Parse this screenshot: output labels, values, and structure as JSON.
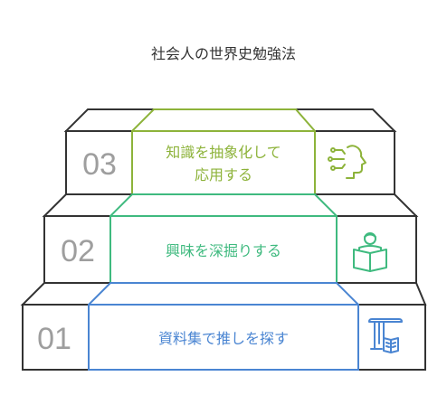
{
  "title": "社会人の世界史勉強法",
  "steps": [
    {
      "number": "03",
      "label_lines": [
        "知識を抽象化して",
        "応用する"
      ],
      "color": "#8db33a",
      "icon": "ai-head-icon"
    },
    {
      "number": "02",
      "label_lines": [
        "興味を深掘りする"
      ],
      "color": "#3fba7f",
      "icon": "person-reading-icon"
    },
    {
      "number": "01",
      "label_lines": [
        "資料集で推しを探す"
      ],
      "color": "#4a85d2",
      "icon": "library-book-icon"
    }
  ]
}
